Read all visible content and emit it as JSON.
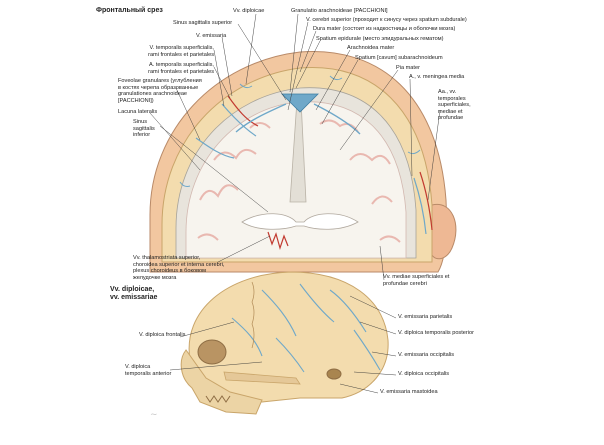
{
  "colors": {
    "skin": "#f2c7a0",
    "skin_dark": "#d9a27c",
    "bone": "#f3dcae",
    "bone_dark": "#c9a56a",
    "dura": "#e8e4dc",
    "vein_blue": "#6fa8c9",
    "artery_red": "#c23a30",
    "brain": "#f7f4ee",
    "cortex": "#e9b8b0",
    "lines": "#333333"
  },
  "title_top": "Фронтальный срез",
  "title_bottom": "Vv. diploicae,\nvv. emissariae",
  "labels_top": {
    "vv_diploicae": "Vv. diploicae",
    "sinus_sagittalis_superior": "Sinus sagittalis superior",
    "v_emissaria": "V. emissaria",
    "v_temporalis_superficialis": "V. temporalis superficialis,\nrami frontales et parietales",
    "a_temporalis_superficialis": "A. temporalis superficialis,\nrami frontales et parietales",
    "foveolae_granulares": "Foveolae granulares (углубления\nв костях черепа образованные\ngranulationes arachnoideae\n[PACCHIONI])",
    "lacuna_lateralis": "Lacuna lateralis",
    "sinus_sagittalis_inferior": "Sinus\nsagittalis\ninferior",
    "granulatio_arachnoideae": "Granulatio arachnoideae [PACCHIONI]",
    "v_cerebri_superior": "V. cerebri superior (проходит к синусу через spatium subdurale)",
    "dura_mater": "Dura mater (состоит из надкостницы и оболочки мозга)",
    "spatium_epidurale": "Spatium epidurale (место эпидуральных гематом)",
    "arachnoidea_mater": "Arachnoidea mater",
    "spatium_subarachnoideum": "Spatium [cavum] subarachnoideum",
    "pia_mater": "Pia mater",
    "a_v_meningea_media": "A., v. meningea media",
    "aa_vv_temporales": "Aa., vv.\ntemporales\nsuperficiales,\nmediae et\nprofundae",
    "vv_thalamostriata": "Vv. thalamostriata superior,\nchoroidea superior et interna cerebri,\nplexus choroideus в боковом\nжелудочке мозга",
    "vv_mediae_superficiales": "Vv. mediae superficiales et\nprofundae cerebri"
  },
  "labels_bottom": {
    "v_emissaria_parietalis": "V. emissaria parietalis",
    "v_diploica_frontalis": "V. diploica frontalis",
    "v_diploica_temporalis_posterior": "V. diploica temporalis posterior",
    "v_diploica_temporalis_anterior": "V. diploica\ntemporalis anterior",
    "v_emissaria_occipitalis": "V. emissaria occipitalis",
    "v_diploica_occipitalis": "V. diploica occipitalis",
    "v_emissaria_mastoidea": "V. emissaria mastoidea"
  }
}
